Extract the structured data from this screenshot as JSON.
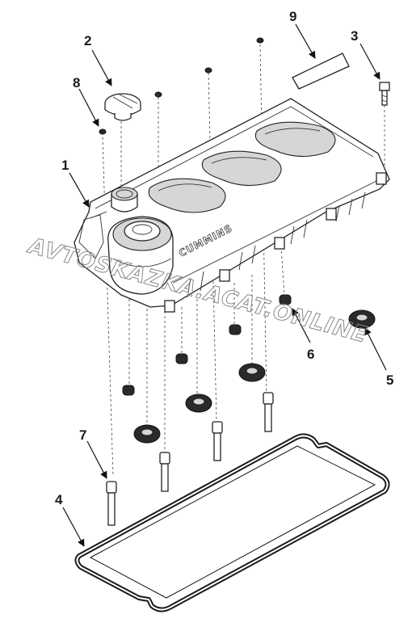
{
  "callouts": [
    {
      "id": "1",
      "label": "1"
    },
    {
      "id": "2",
      "label": "2"
    },
    {
      "id": "3",
      "label": "3"
    },
    {
      "id": "4",
      "label": "4"
    },
    {
      "id": "5",
      "label": "5"
    },
    {
      "id": "6",
      "label": "6"
    },
    {
      "id": "7",
      "label": "7"
    },
    {
      "id": "8",
      "label": "8"
    },
    {
      "id": "9",
      "label": "9"
    }
  ],
  "cover_brand": "CUMMINS",
  "watermark": "AVTOSKAZKA.ACAT.ONLINE"
}
